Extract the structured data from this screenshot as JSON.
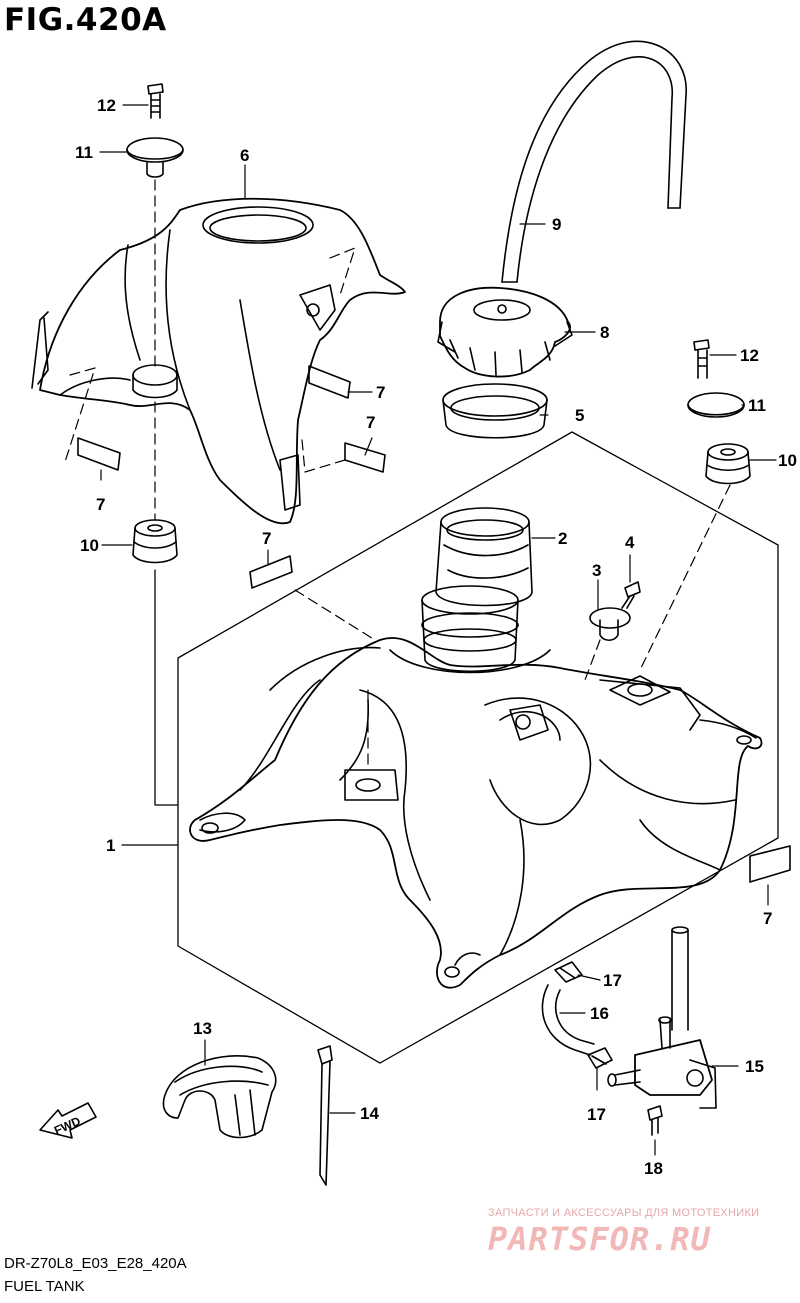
{
  "figure": {
    "title": "FIG.420A",
    "model_code": "DR-Z70L8_E03_E28_420A",
    "caption": "FUEL TANK"
  },
  "callouts": [
    {
      "id": "c12a",
      "label": "12"
    },
    {
      "id": "c11a",
      "label": "11"
    },
    {
      "id": "c6",
      "label": "6"
    },
    {
      "id": "c9",
      "label": "9"
    },
    {
      "id": "c8",
      "label": "8"
    },
    {
      "id": "c12b",
      "label": "12"
    },
    {
      "id": "c7a",
      "label": "7"
    },
    {
      "id": "c11b",
      "label": "11"
    },
    {
      "id": "c7b",
      "label": "7"
    },
    {
      "id": "c5",
      "label": "5"
    },
    {
      "id": "c10a",
      "label": "10"
    },
    {
      "id": "c7c",
      "label": "7"
    },
    {
      "id": "c2",
      "label": "2"
    },
    {
      "id": "c4",
      "label": "4"
    },
    {
      "id": "c7d",
      "label": "7"
    },
    {
      "id": "c10b",
      "label": "10"
    },
    {
      "id": "c3",
      "label": "3"
    },
    {
      "id": "c1",
      "label": "1"
    },
    {
      "id": "c7e",
      "label": "7"
    },
    {
      "id": "c17a",
      "label": "17"
    },
    {
      "id": "c16",
      "label": "16"
    },
    {
      "id": "c13",
      "label": "13"
    },
    {
      "id": "c15",
      "label": "15"
    },
    {
      "id": "c14",
      "label": "14"
    },
    {
      "id": "c17b",
      "label": "17"
    },
    {
      "id": "c18",
      "label": "18"
    }
  ],
  "fwd_label": "FWD",
  "watermark": {
    "tagline": "ЗАПЧАСТИ И АКСЕССУАРЫ ДЛЯ МОТОТЕХНИКИ",
    "brand": "PARTSFOR.RU"
  }
}
